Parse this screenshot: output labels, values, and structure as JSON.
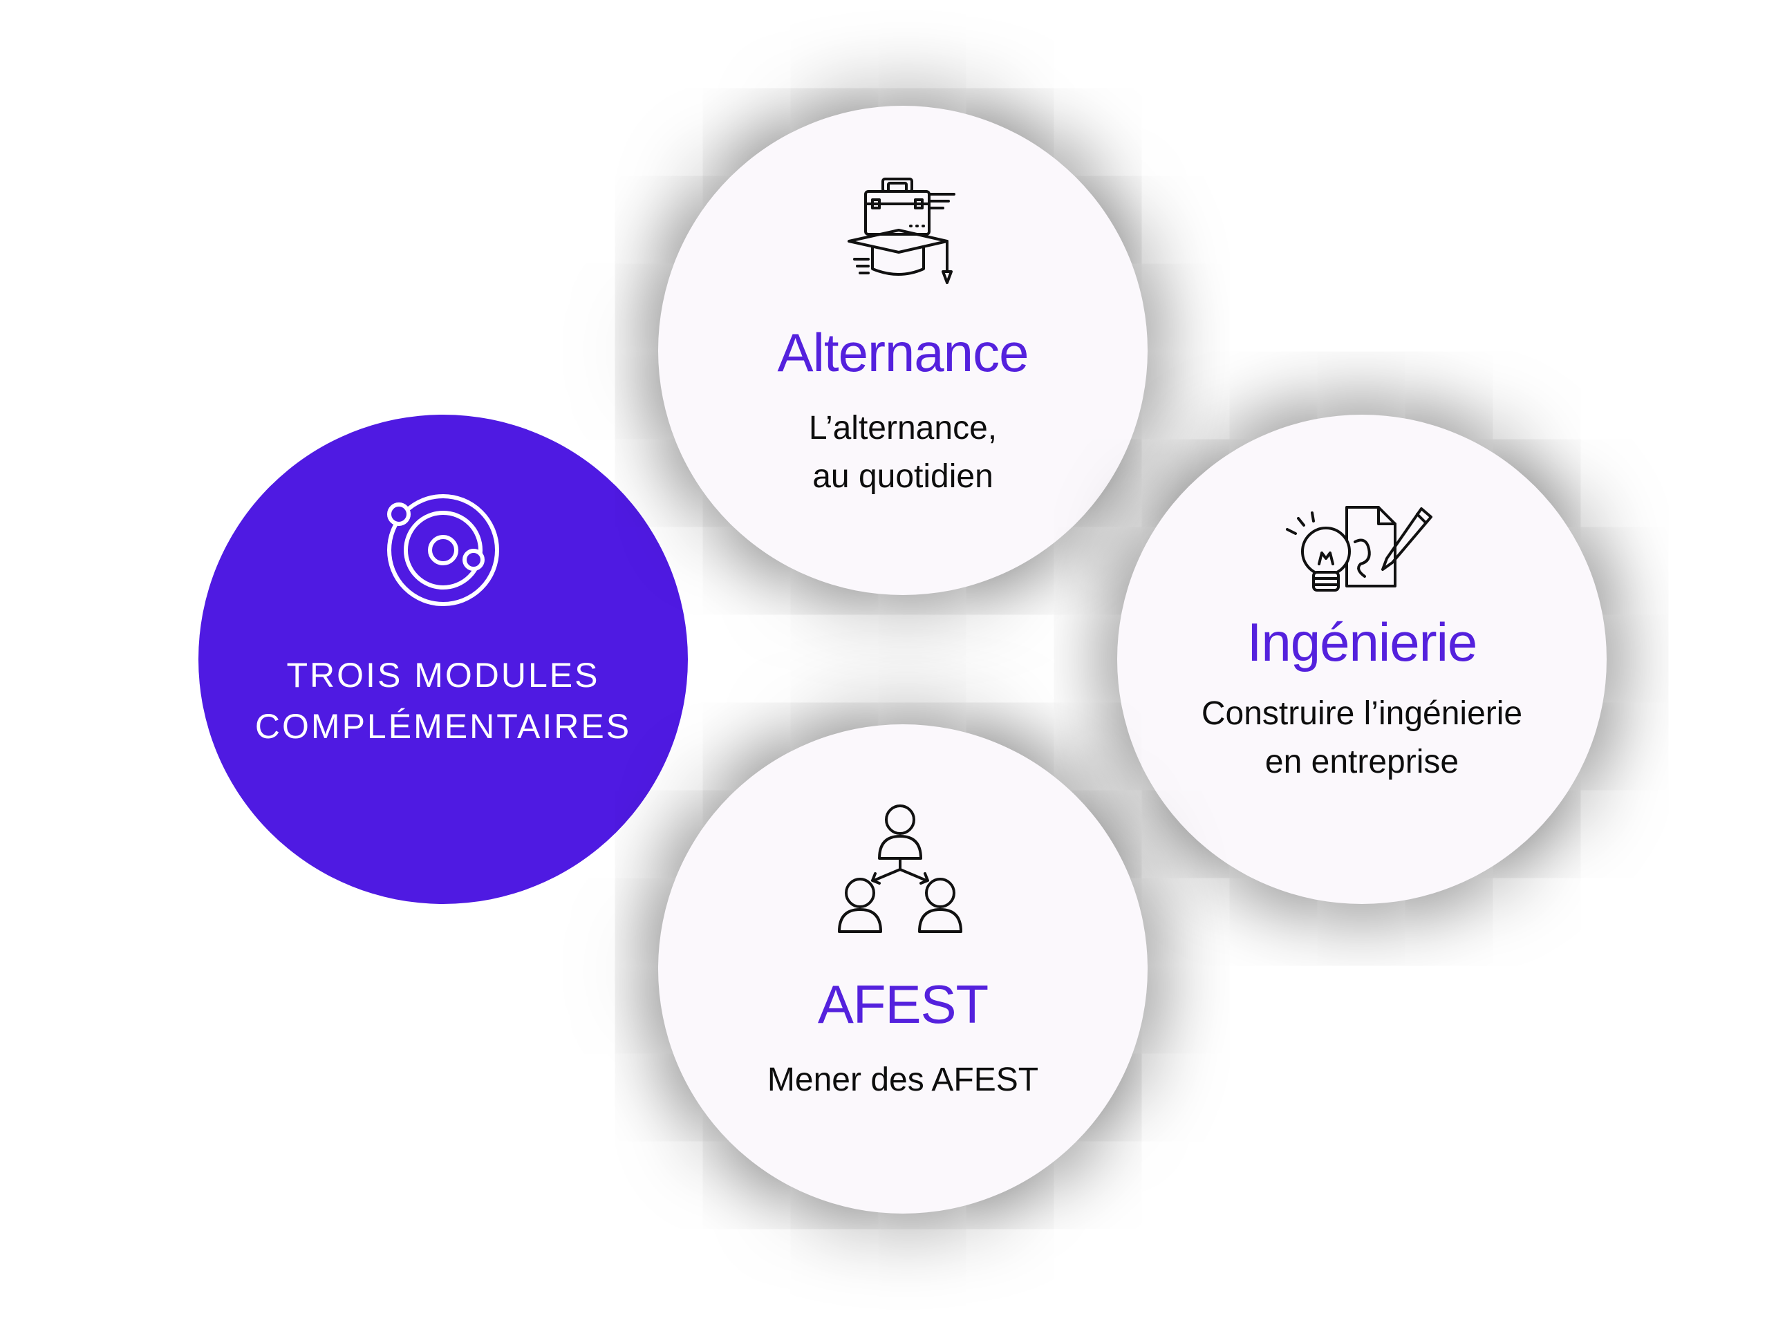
{
  "center": {
    "line1": "TROIS MODULES",
    "line2": "COMPLÉMENTAIRES",
    "icon": "orbit-icon",
    "color": "#4f1ae2"
  },
  "modules": [
    {
      "title": "Alternance",
      "desc_line1": "L’alternance,",
      "desc_line2": "au quotidien",
      "icon": "briefcase-graduation-cap-icon"
    },
    {
      "title": "Ingénierie",
      "desc_line1": "Construire l’ingénierie",
      "desc_line2": "en entreprise",
      "icon": "lightbulb-document-pencil-icon"
    },
    {
      "title": "AFEST",
      "desc_line1": "Mener des AFEST",
      "icon": "people-network-icon"
    }
  ],
  "colors": {
    "accent": "#5421dd",
    "module_bg": "#fbf8fc",
    "text": "#0d0d0d"
  }
}
